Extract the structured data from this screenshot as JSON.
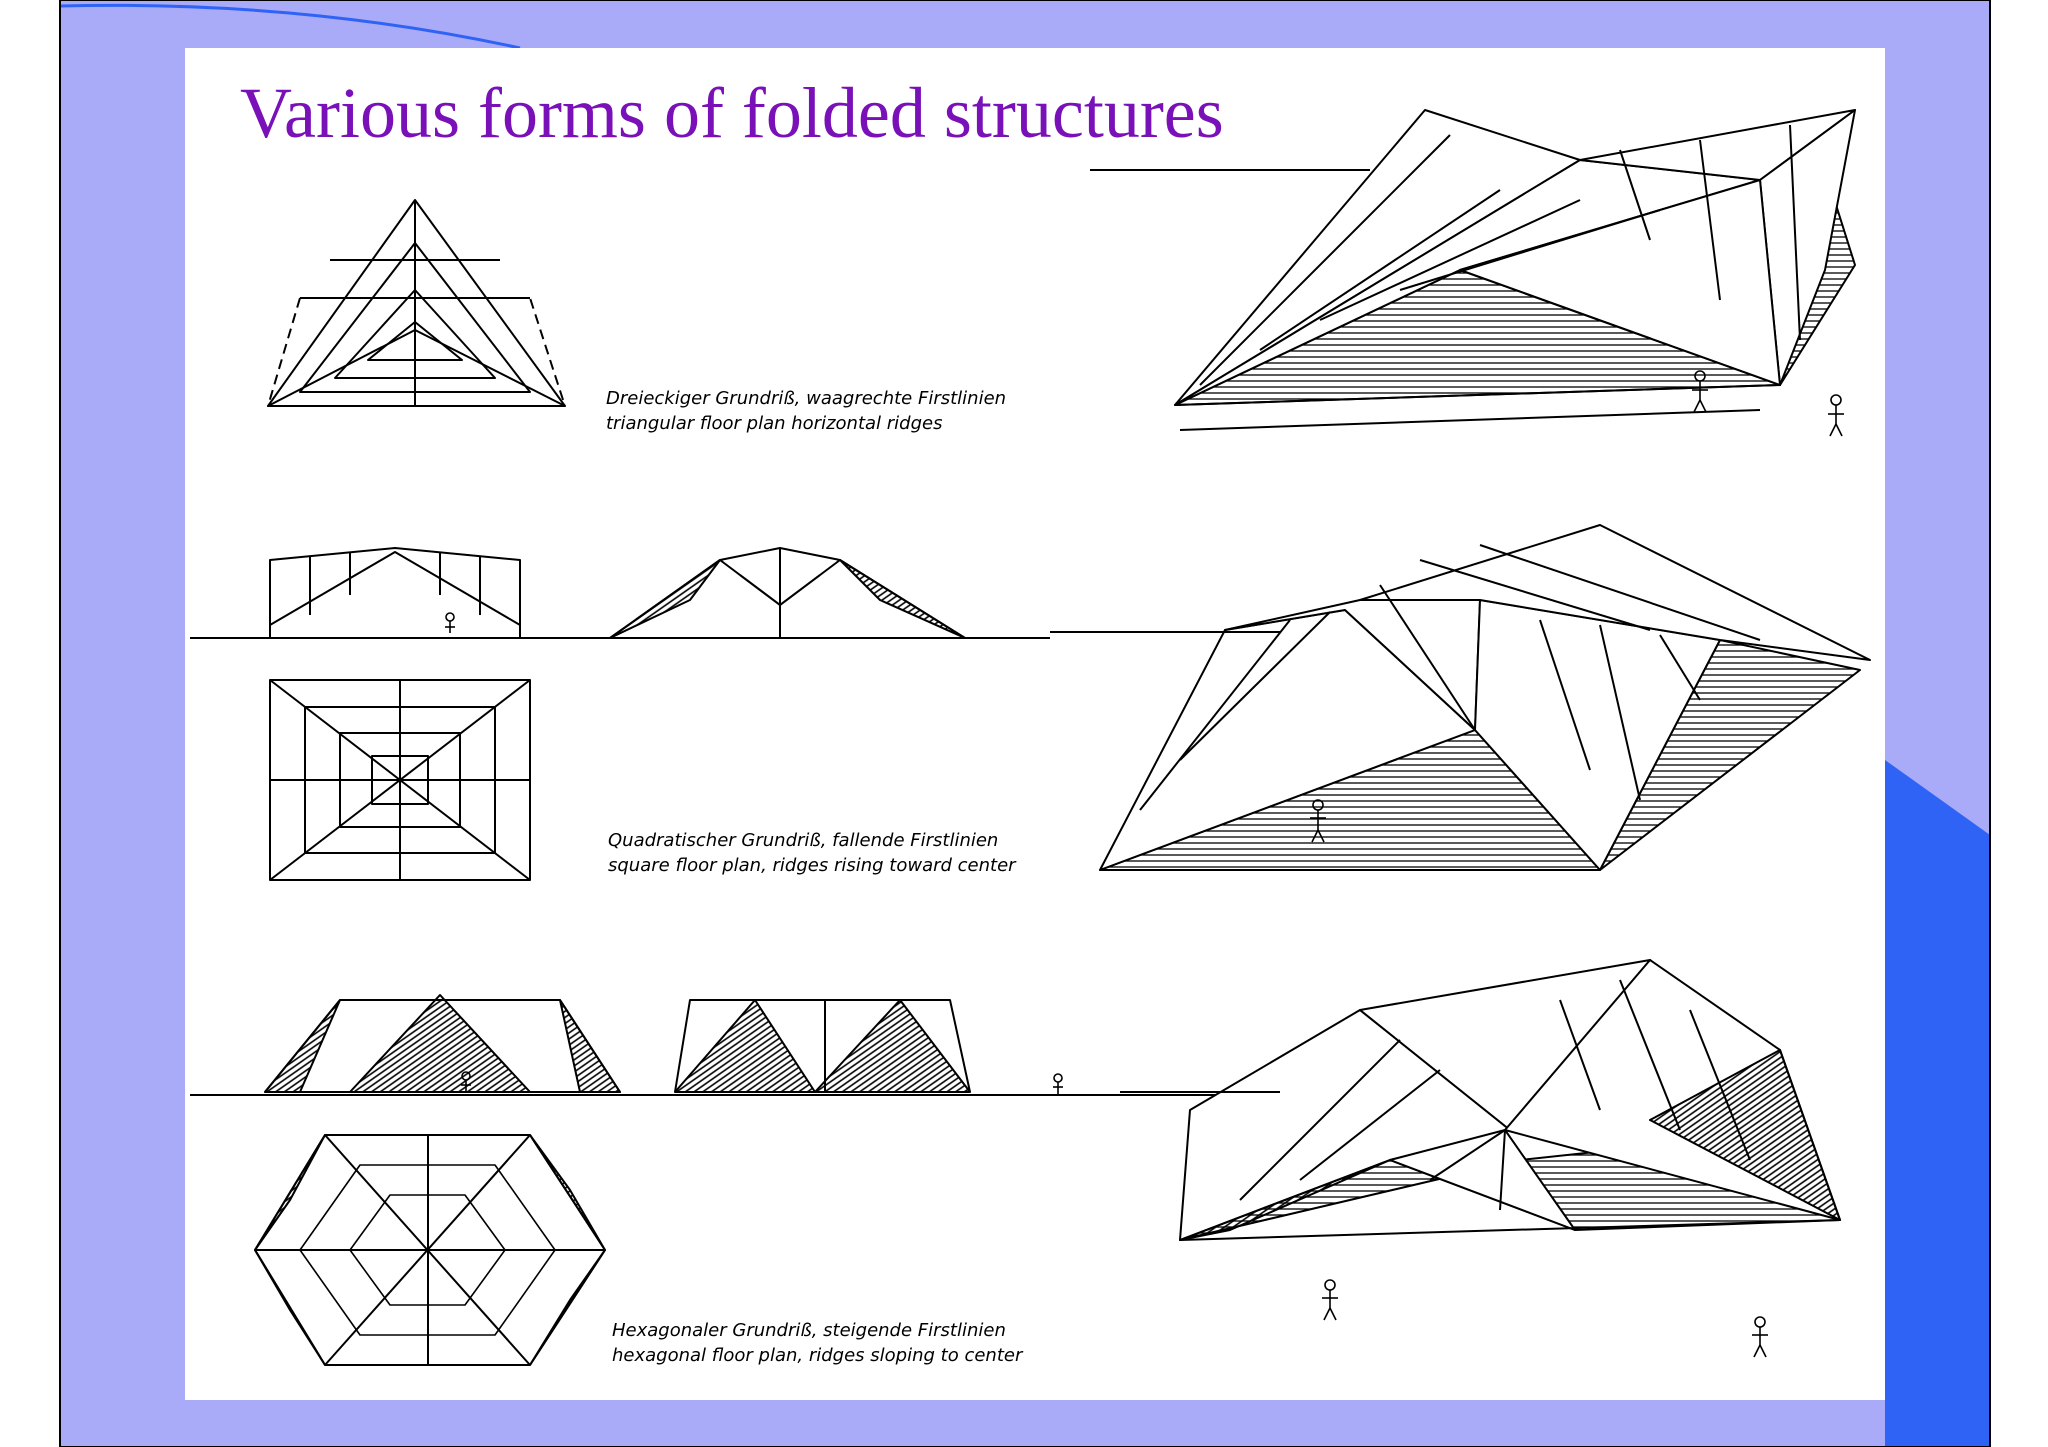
{
  "slide": {
    "title": "Various forms of folded structures",
    "colors": {
      "title": "#7a10b8",
      "frame": "#a9aaf8",
      "accent_blue": "#2f63f5",
      "ink": "#000000",
      "paper": "#ffffff"
    }
  },
  "captions": [
    {
      "german": "Dreieckiger Grundriß,  waagrechte Firstlinien",
      "english": "triangular floor plan          horizontal  ridges"
    },
    {
      "german": "Quadratischer Grundriß,  fallende Firstlinien",
      "english": "square floor plan, ridges rising toward center"
    },
    {
      "german": "Hexagonaler Grundriß,  steigende Firstlinien",
      "english": "hexagonal floor plan, ridges sloping to center"
    }
  ]
}
